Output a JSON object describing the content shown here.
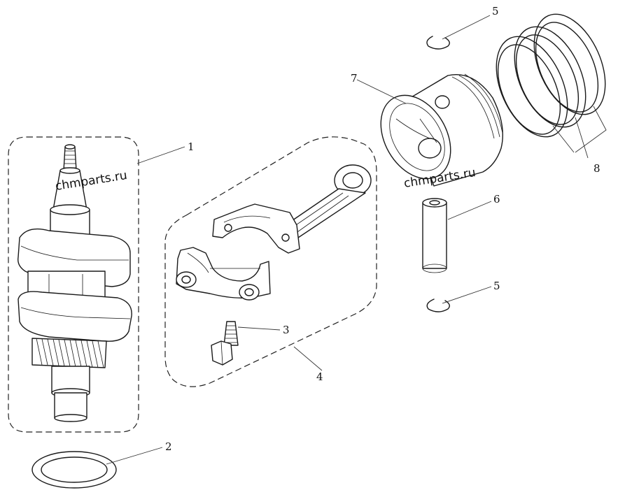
{
  "callouts": {
    "c1": "1",
    "c2": "2",
    "c3": "3",
    "c4": "4",
    "c5_top": "5",
    "c5_bottom": "5",
    "c6": "6",
    "c7": "7",
    "c8": "8"
  },
  "watermarks": {
    "w1": "chmparts.ru",
    "w2": "chmparts.ru"
  },
  "colors": {
    "line": "#1a1a1a",
    "background": "#ffffff"
  }
}
